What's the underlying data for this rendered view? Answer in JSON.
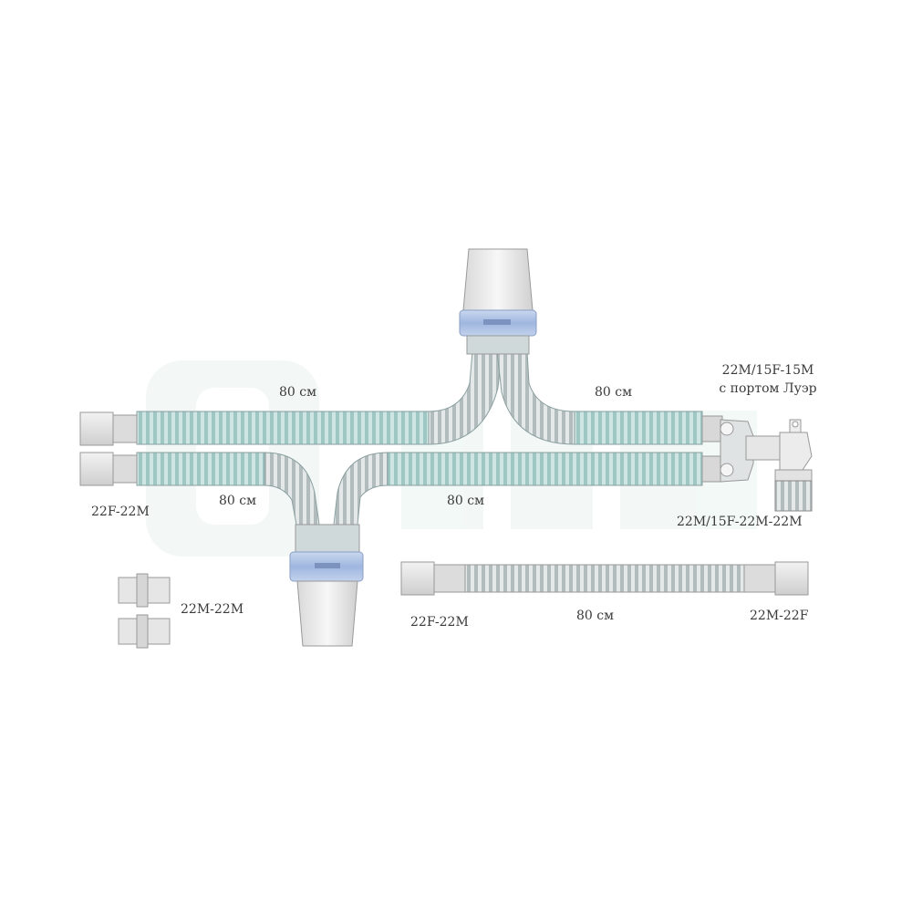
{
  "diagram": {
    "labels": {
      "len_top_left": "80 см",
      "len_top_right": "80 см",
      "len_bot_left": "80 см",
      "len_bot_right": "80 см",
      "len_single": "80 см",
      "conn_left": "22F-22M",
      "conn_right_top_1": "22M/15F-15M",
      "conn_right_top_2": "с портом Луэр",
      "conn_right_bottom": "22M/15F-22M-22M",
      "adapters": "22M-22M",
      "single_left": "22F-22M",
      "single_right": "22M-22F"
    },
    "colors": {
      "tube_light": "#dde7e7",
      "tube_dark": "#9fb2b2",
      "tube_teal": "#a9cfcd",
      "cuff_blue": "#a9bfe3",
      "cuff_light": "#e8e8e8",
      "outline": "#8a8a8a",
      "watermark": "#e6f2ef"
    }
  }
}
